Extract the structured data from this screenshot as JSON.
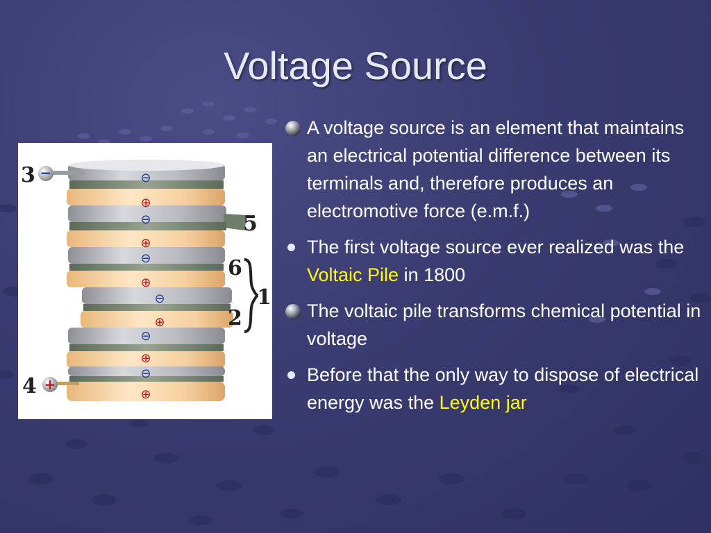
{
  "slide": {
    "title": "Voltage Source",
    "bullets": [
      {
        "marker": "sphere",
        "text": "A voltage source is an element that maintains an electrical potential difference between its terminals and, therefore produces an electromotive force (e.m.f.)"
      },
      {
        "marker": "dot",
        "before": "The first voltage source ever realized was the ",
        "highlight": "Voltaic Pile",
        "after": " in 1800"
      },
      {
        "marker": "sphere",
        "text": "The voltaic pile transforms chemical potential in voltage"
      },
      {
        "marker": "dot",
        "before": "Before that the only way to dispose of electrical energy was the ",
        "highlight": "Leyden jar"
      }
    ],
    "figure": {
      "labels": {
        "negative_terminal": "3",
        "positive_terminal": "4",
        "electrolyte": "5",
        "copper": "6",
        "cell": "1",
        "zinc": "2"
      },
      "minus_sign": "−",
      "plus_sign": "+",
      "minus_symbol": "⊖",
      "plus_symbol": "⊕"
    },
    "colors": {
      "background": "#3a3b70",
      "text": "#ffffff",
      "highlight": "#ffff00"
    }
  }
}
